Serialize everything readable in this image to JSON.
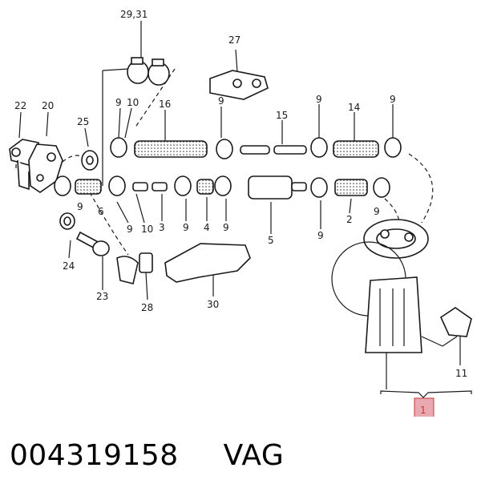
{
  "callouts": [
    "29,31",
    "27",
    "22",
    "20",
    "9",
    "10",
    "16",
    "25",
    "9",
    "15",
    "9",
    "14",
    "9",
    "9",
    "6",
    "9",
    "10",
    "3",
    "9",
    "4",
    "9",
    "5",
    "2",
    "9",
    "9",
    "24",
    "23",
    "28",
    "30",
    "11",
    "1"
  ],
  "highlight_color": "#e9a9b0",
  "caption": {
    "part_number": "004319158",
    "brand": "VAG"
  }
}
